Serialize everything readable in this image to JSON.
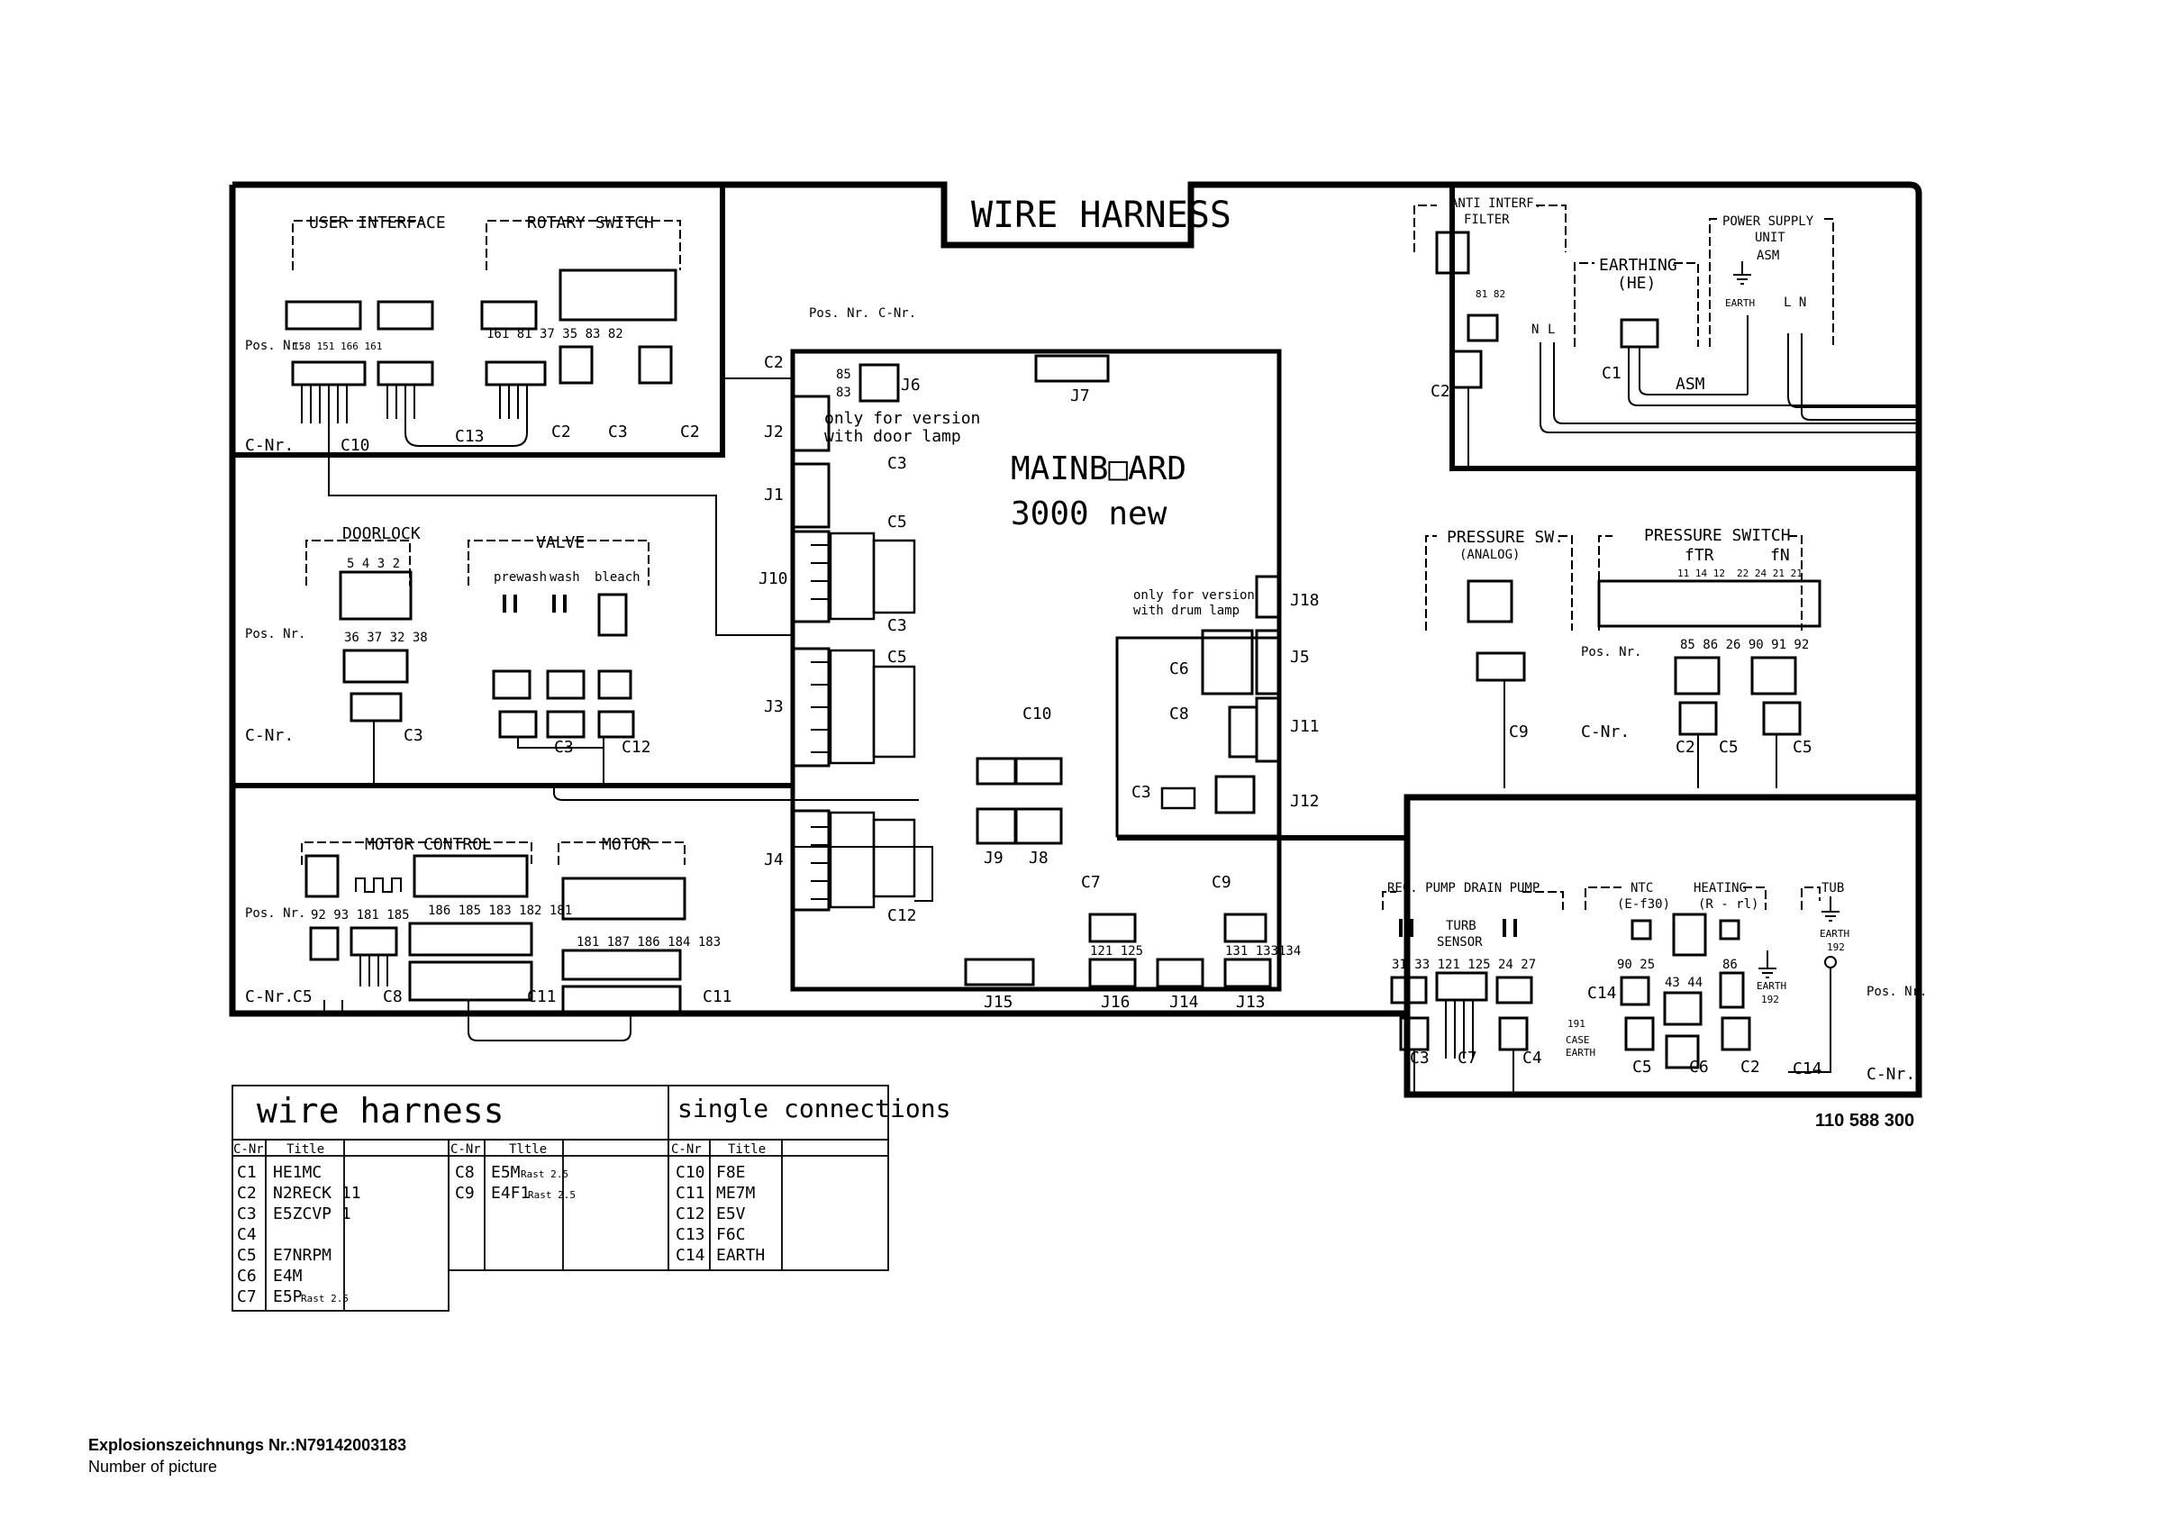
{
  "header": {
    "title": "WIRE HARNESS"
  },
  "mainboard": {
    "line1": "MAINB□ARD",
    "line2": "3000 new"
  },
  "sections": {
    "user_interface": "USER INTERFACE",
    "rotary_switch": "ROTARY SWITCH",
    "doorlock": "DOORLOCK",
    "valve": "VALVE",
    "valve_prewash": "prewash",
    "valve_wash": "wash",
    "valve_bleach": "bleach",
    "motor_control": "MOTOR CONTROL",
    "motor": "MOTOR",
    "anti_interf_1": "ANTI INTERF.",
    "anti_interf_2": "FILTER",
    "earthing_1": "EARTHING",
    "earthing_2": "(HE)",
    "power_supply_1": "POWER SUPPLY",
    "power_supply_2": "UNIT",
    "power_supply_3": "ASM",
    "asm": "ASM",
    "earth": "EARTH",
    "pressure_analog_1": "PRESSURE SW.",
    "pressure_analog_2": "(ANALOG)",
    "pressure_switch": "PRESSURE SWITCH",
    "ftr": "fTR",
    "fn": "fN",
    "rec_pump": "REC. PUMP",
    "drain_pump": "DRAIN PUMP",
    "turb_1": "TURB",
    "turb_2": "SENSOR",
    "ntc_1": "NTC",
    "ntc_2": "(E-f30)",
    "heating_1": "HEATING",
    "heating_2": "(R - rl)",
    "tub": "TUB",
    "case_earth_1": "CASE",
    "case_earth_2": "EARTH"
  },
  "labels": {
    "pos_nr": "Pos. Nr.",
    "c_nr": "C-Nr.",
    "only_door_1": "only for version",
    "only_door_2": "with door lamp",
    "only_drum_1": "only for version",
    "only_drum_2": "with drum lamp"
  },
  "connectors": {
    "j1": "J1",
    "j2": "J2",
    "j3": "J3",
    "j4": "J4",
    "j5": "J5",
    "j6": "J6",
    "j7": "J7",
    "j8": "J8",
    "j9": "J9",
    "j10": "J10",
    "j11": "J11",
    "j12": "J12",
    "j13": "J13",
    "j14": "J14",
    "j15": "J15",
    "j16": "J16",
    "j18": "J18"
  },
  "cnr": {
    "c1": "C1",
    "c2": "C2",
    "c3": "C3",
    "c4": "C4",
    "c5": "C5",
    "c6": "C6",
    "c7": "C7",
    "c8": "C8",
    "c9": "C9",
    "c10": "C10",
    "c11": "C11",
    "c12": "C12",
    "c13": "C13",
    "c14": "C14"
  },
  "pins": {
    "ui": "158  151   166  161",
    "rotary": "161        81 37 35       83 82",
    "doorlock_top": "5  4  3  2",
    "doorlock_bot": "36 37 32 38",
    "psw_ftr": "11 14 12",
    "psw_fn": "22 24 21 21",
    "psw_bot": "85 86 26     90 91 92",
    "motorctl": "92 93       181      185",
    "motor_top": "186   185  183  182  181",
    "motor_bot": "181   187  186  184  183",
    "pumps": "31 33         121     125    24 27",
    "ntc": "90 25",
    "heat": "43 44",
    "j13": "131 133134",
    "j16": "121    125",
    "num85": "85",
    "num83": "83",
    "num81": "81 82",
    "num192": "192",
    "num191": "191",
    "num86": "86",
    "n": "N",
    "l": "L",
    "ln": "L  N"
  },
  "legend": {
    "wire_harness": "wire harness",
    "single_connections": "single connections",
    "col_cnr": "C-Nr",
    "col_title": "Title",
    "col_title2": "Tltle",
    "group1": [
      {
        "c": "C1",
        "t": "HE1MC"
      },
      {
        "c": "C2",
        "t": "N2RECK 11"
      },
      {
        "c": "C3",
        "t": "E5ZCVP 1"
      },
      {
        "c": "C4",
        "t": ""
      },
      {
        "c": "C5",
        "t": "E7NRPM"
      },
      {
        "c": "C6",
        "t": "E4M"
      },
      {
        "c": "C7",
        "t": "E5P"
      }
    ],
    "group2": [
      {
        "c": "C8",
        "t": "E5M"
      },
      {
        "c": "C9",
        "t": "E4F1"
      }
    ],
    "group3": [
      {
        "c": "C10",
        "t": "F8E"
      },
      {
        "c": "C11",
        "t": "ME7M"
      },
      {
        "c": "C12",
        "t": "E5V"
      },
      {
        "c": "C13",
        "t": "F6C"
      },
      {
        "c": "C14",
        "t": "EARTH"
      }
    ],
    "rast": "Rast 2.5"
  },
  "doc_number": "110 588 300",
  "footer": {
    "title": "Explosionszeichnungs  Nr.:N79142003183",
    "subtitle": "Number of picture"
  }
}
